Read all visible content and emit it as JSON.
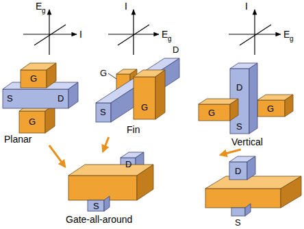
{
  "diagram": {
    "nodes": [
      {
        "text": [
          "G",
          "S",
          "D",
          "G",
          "Planar"
        ]
      },
      {
        "text": [
          "D",
          "G",
          "S",
          "G",
          "Fin"
        ]
      },
      {
        "text": [
          "D",
          "G",
          "S",
          "G",
          "Vertical"
        ]
      },
      {
        "text": [
          "D",
          "S",
          "Gate-all-around"
        ]
      },
      {
        "text": [
          "D",
          "S"
        ]
      }
    ],
    "edges": [
      {
        "from": 0,
        "to": 3,
        "arrow": "to"
      },
      {
        "from": 1,
        "to": 3,
        "arrow": "to"
      },
      {
        "from": 2,
        "to": 4,
        "arrow": "to"
      }
    ],
    "labels": [
      "E",
      "g",
      "I",
      "I",
      "E",
      "g",
      "I",
      "E",
      "g"
    ]
  }
}
